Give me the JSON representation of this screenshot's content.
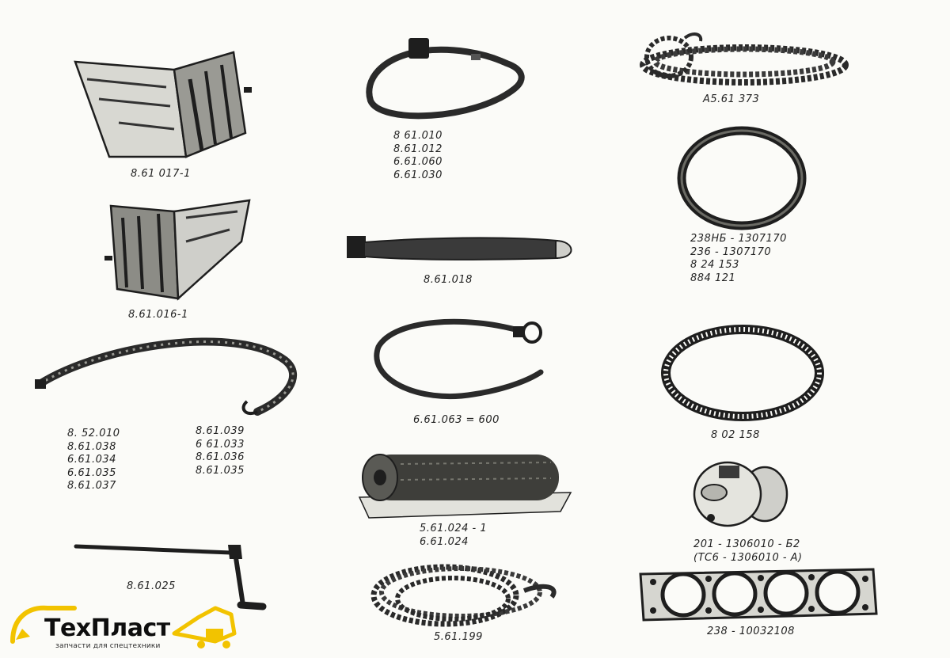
{
  "parts": [
    {
      "id": "wedge-large",
      "labels": [
        "8.61 017-1"
      ]
    },
    {
      "id": "wedge-small",
      "labels": [
        "8.61.016-1"
      ]
    },
    {
      "id": "hook-hose",
      "labels": [
        "8. 52.010",
        "8.61.038",
        "6.61.034",
        "6.61.035",
        "8.61.037"
      ],
      "labels_b": [
        "8.61.039",
        "6 61.033",
        "8.61.036",
        "8.61.035"
      ]
    },
    {
      "id": "crank-handle",
      "labels": [
        "8.61.025"
      ]
    },
    {
      "id": "strap-loop",
      "labels": [
        "8 61.010",
        "8.61.012",
        "6.61.060",
        "6.61.030"
      ]
    },
    {
      "id": "strap-straight",
      "labels": [
        "8.61.018"
      ]
    },
    {
      "id": "tow-cable",
      "labels": [
        "6.61.063 = 600"
      ]
    },
    {
      "id": "tarp-roll",
      "labels": [
        "5.61.024 - 1",
        "6.61.024"
      ]
    },
    {
      "id": "rope-coil-small",
      "labels": [
        "5.61.199"
      ]
    },
    {
      "id": "rope-coil-top",
      "labels": [
        "A5.61 373"
      ]
    },
    {
      "id": "ring-seal",
      "labels": [
        "238НБ - 1307170",
        "236 - 1307170",
        "8 24 153",
        "884 121"
      ]
    },
    {
      "id": "v-belt",
      "labels": [
        "8 02 158"
      ]
    },
    {
      "id": "thermostat",
      "labels": [
        "201 - 1306010 - Б2",
        "(ТС6 - 1306010 - А)"
      ]
    },
    {
      "id": "head-gasket",
      "labels": [
        "238 - 10032108"
      ]
    }
  ],
  "logo": {
    "name": "ТехПласт",
    "tagline": "запчасти для спецтехники",
    "accent": "#f2c300"
  },
  "colors": {
    "ink": "#1e1e1e",
    "paper": "#fbfbf8"
  }
}
